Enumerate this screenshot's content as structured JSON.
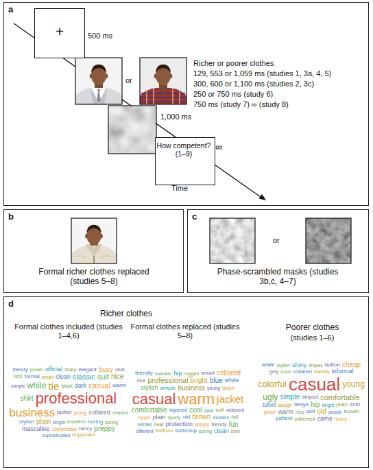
{
  "diagram": {
    "nodes": [
      {
        "text": [
          "a"
        ]
      },
      {
        "text": [
          "+"
        ],
        "in": 0
      },
      {
        "text": [
          "How competent? (1–9)"
        ],
        "in": 0
      },
      {
        "text": [
          "b",
          "Formal richer clothes replaced (studies 5–8)"
        ]
      },
      {
        "text": [
          "c",
          "Phase-scrambled masks (studies 3b,c, 4–7)"
        ]
      },
      {
        "text": [
          "d"
        ]
      }
    ],
    "labels": [
      "500 ms",
      "Richer or poorer clothes",
      "129, 553 or 1,059 ms (studies 1, 3a, 4, 5)",
      "300, 600 or 1,100 ms (studies 2, 3c)",
      "250 or 750 ms (study 6)",
      "750 ms (study 7) ∞ (study 8)",
      "or",
      "1,000 ms",
      "∞",
      "Time",
      "or",
      "Richer clothes",
      "Formal clothes included (studies 1–4,6)",
      "Formal clothes replaced (studies 5–8)",
      "Poorer clothes",
      "(studies 1–6)",
      "trendy",
      "power",
      "official",
      "sharp",
      "elegant",
      "busy",
      "neat",
      "rich",
      "formal",
      "smart",
      "clean",
      "classic",
      "suit",
      "nice",
      "simple",
      "white",
      "tie",
      "black",
      "dark",
      "casual",
      "warm",
      "shirt",
      "professional",
      "business",
      "jacket",
      "young",
      "collared",
      "relaxed",
      "stylish",
      "plain",
      "bright",
      "modern",
      "boring",
      "spring",
      "masculine",
      "comfortable",
      "fancy",
      "preppy",
      "sophisticated",
      "important",
      "friendly",
      "sweater",
      "hip",
      "rugged",
      "smart",
      "collared",
      "nice",
      "professional",
      "bright",
      "blue",
      "white",
      "stylish",
      "simple",
      "business",
      "young",
      "black",
      "casual",
      "warm",
      "jacket",
      "comfortable",
      "layered",
      "cool",
      "dark",
      "soft",
      "relaxed",
      "zipper",
      "plain",
      "sporty",
      "old",
      "brown",
      "modern",
      "fall",
      "winter",
      "heat",
      "protection",
      "preppy",
      "trendy",
      "fun",
      "different",
      "buttons",
      "buttonup",
      "spring",
      "clean",
      "shirt",
      "white",
      "stylish",
      "shiny",
      "stripes",
      "button",
      "cheap",
      "grey",
      "cool",
      "collared",
      "friendly",
      "informal",
      "colorful",
      "casual",
      "young",
      "ugly",
      "simple",
      "striped",
      "comfortable",
      "tshirt",
      "design",
      "tiedye",
      "hip",
      "bright",
      "plain",
      "shirt",
      "green",
      "warm",
      "nice",
      "soft",
      "old",
      "purple",
      "brown",
      "pattern",
      "patterned",
      "camo",
      "heavy"
    ]
  }
}
